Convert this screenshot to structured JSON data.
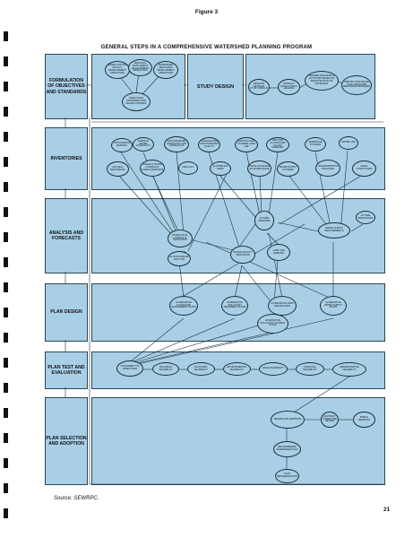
{
  "figure_label": "Figure 3",
  "title": "GENERAL STEPS IN A COMPREHENSIVE WATERSHED PLANNING PROGRAM",
  "stages": {
    "formulation": "FORMULATION OF OBJECTIVES AND STANDARDS",
    "study_design": "STUDY DESIGN",
    "inventories": "INVENTORIES",
    "analysis": "ANALYSIS AND FORECASTS",
    "plan_design": "PLAN DESIGN",
    "plan_test": "PLAN TEST AND EVALUATION",
    "plan_selection": "PLAN SELECTION AND ADOPTION"
  },
  "nodes": {
    "f1": "WATER CONTROL FACILITY DEVELOPMENT OBJECTIVES",
    "f2": "REGIONAL SETTLEMENT DEVELOPMENT OBJECTIVES",
    "f3": "WATERSHED RESOURCE DEVELOPMENT OBJECTIVES",
    "f4": "OBJECTIVES STANDARDS AND DESIGN CRITERIA",
    "s1": "DEVELOP DETAILED STUDY DESIGN",
    "s2": "CONDUCT INITIAL PUBLIC HEARING",
    "s3": "PREPARE PROGRAM OF ACTIVITIES BASED ON IDENTIFICATION OF PROBLEMS",
    "s4": "IDENTIFY AND DEFINE LAND AND WATER RESOURCE PROBLEMS",
    "i1": "TOPOGRAPHIC MAPPING",
    "i2": "SURFACE WATER HYDROLOGY",
    "i3": "GROUNDWATER HYDROLOGY AND HYDRAULICS",
    "i4": "SURFACE AND GROUNDWATER QUALITY",
    "i5": "EXISTING AND PLANNED LAND USE",
    "i6": "HISTORIC FLOODS AND FLOOD DAMAGES",
    "i7": "SEWERAGE SYSTEMS",
    "i8": "WATER LAW",
    "i9": "NATURAL RESOURCES",
    "i10": "STREAM SYSTEMS HYDRAULIC CHARACTERISTICS",
    "i11": "GEOLOGY",
    "i12": "FLOODPLAIN MAPS",
    "i13": "POPULATION AND ECONOMIC BASE",
    "i14": "WATER SUPPLY SYSTEMS",
    "i15": "TRANSPORTATION FACILITIES",
    "i16": "LEGAL STRUCTURES",
    "a1": "FUTURE DEMANDS",
    "a2": "HYDROLOGIC-HYDRAULIC SIMULATION",
    "a3": "FLOOD DAMAGE ANALYSIS",
    "a4": "WATER QUALITY SIMULATION",
    "a5": "LAND USE DEMAND",
    "a6": "WATER SUPPLY REQUIREMENTS",
    "a7": "FUTURE RESOURCES",
    "p1": "ALTERNATIVE FLOODLAND MANAGEMENT PLANS",
    "p2": "ALTERNATIVE POLLUTION ABATEMENT PLANS",
    "p3": "ALTERNATIVE OPEN SPACE PLANS",
    "p4": "ALTERNATIVE WATER SUPPLY PLANS",
    "p5": "ALTERNATIVE POLLUTION CONTROL PLANS",
    "t1": "ATTAINMENT OF OBJECTIVES",
    "t2": "TECHNICAL FEASIBILITY",
    "t3": "ECONOMIC FEASIBILITY",
    "t4": "ENVIRONMENTAL FEASIBILITY",
    "t5": "LEGAL FEASIBILITY",
    "t6": "FINANCIAL FEASIBILITY",
    "t7": "ADMINISTRATIVE FEASIBILITY",
    "a_review": "REVIEW AND ADOPTION",
    "a_advisory": "ADVISORY COMMITTEE REVIEW",
    "a_hearing": "PUBLIC HEARINGS",
    "a_recommended": "RECOMMENDED WATERSHED PLAN",
    "a_impl": "PLAN IMPLEMENTATION"
  },
  "source": "Source: SEWRPC.",
  "page_number": "21"
}
